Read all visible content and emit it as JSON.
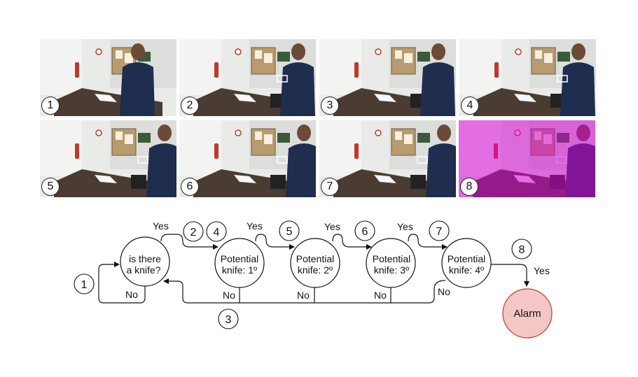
{
  "frames": [
    {
      "label": "1",
      "highlight": false,
      "tint": false
    },
    {
      "label": "2",
      "highlight": true,
      "tint": false
    },
    {
      "label": "3",
      "highlight": false,
      "tint": false
    },
    {
      "label": "4",
      "highlight": true,
      "tint": false
    },
    {
      "label": "5",
      "highlight": true,
      "tint": false
    },
    {
      "label": "6",
      "highlight": true,
      "tint": false
    },
    {
      "label": "7",
      "highlight": true,
      "tint": false
    },
    {
      "label": "8",
      "highlight": true,
      "tint": true
    }
  ],
  "flow": {
    "nodes": {
      "start": {
        "line1": "is there",
        "line2": "a knife?"
      },
      "p1": {
        "line1": "Potential",
        "line2": "knife: 1º"
      },
      "p2": {
        "line1": "Potential",
        "line2": "knife: 2º"
      },
      "p3": {
        "line1": "Potential",
        "line2": "knife: 3º"
      },
      "p4": {
        "line1": "Potential",
        "line2": "knife: 4º"
      },
      "alarm": {
        "label": "Alarm"
      }
    },
    "edge_labels": {
      "yes": "Yes",
      "no": "No"
    },
    "step_markers": [
      "1",
      "2",
      "4",
      "5",
      "6",
      "7",
      "8",
      "3"
    ],
    "colors": {
      "alarm_fill": "#f4c6c6",
      "alarm_stroke": "#c0392b",
      "tint": "#d400d4"
    }
  }
}
